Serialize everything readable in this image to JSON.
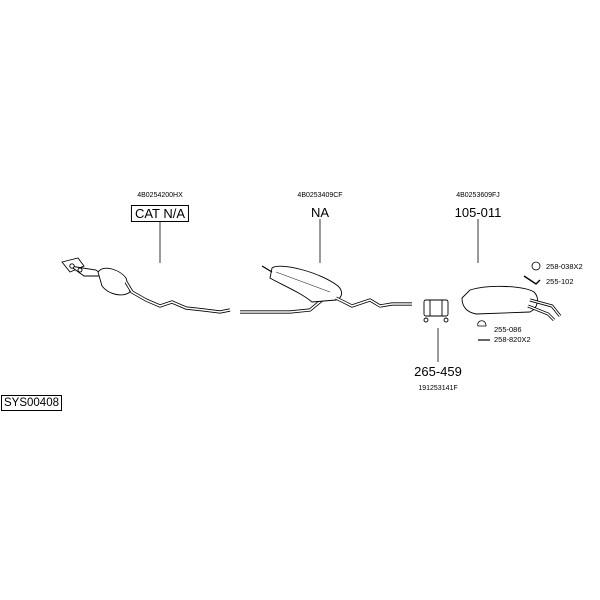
{
  "diagram": {
    "system_code": "SYS00408",
    "parts": [
      {
        "oem": "4B0254200HX",
        "label": "CAT N/A"
      },
      {
        "oem": "4B0253409CF",
        "label": "NA"
      },
      {
        "oem": "4B0253609FJ",
        "label": "105-011"
      },
      {
        "oem": "191253141F",
        "label": "265-459"
      }
    ],
    "accessories": [
      "258-038X2",
      "255-102",
      "255-086",
      "258-820X2"
    ]
  }
}
